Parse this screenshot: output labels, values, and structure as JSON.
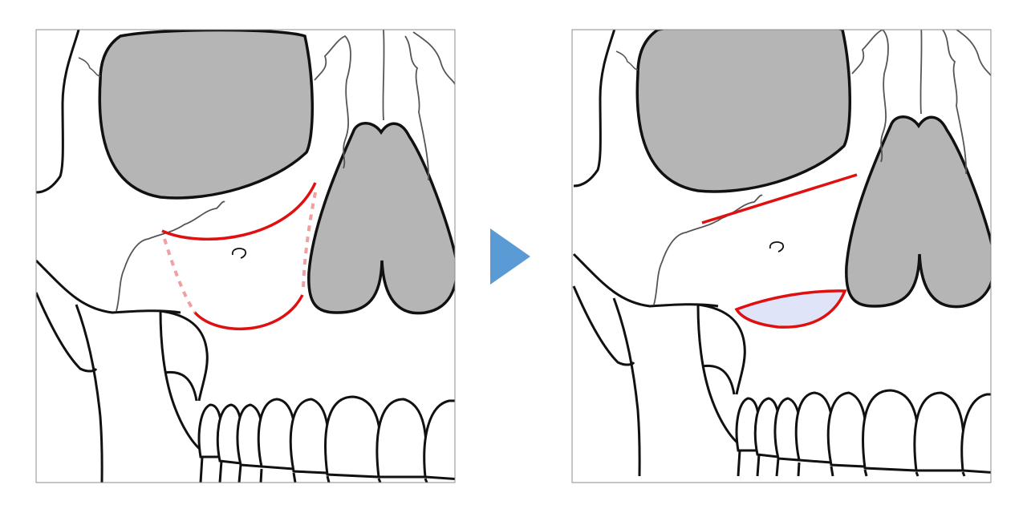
{
  "colors": {
    "background": "#ffffff",
    "panel_border": "#8c8c8c",
    "bone_outline": "#111111",
    "cavity_fill": "#b5b5b5",
    "suture_line": "#555555",
    "incision_red": "#e01010",
    "dashed_pink": "#f0a0a0",
    "graft_fill": "#e0e4f8",
    "arrow_blue": "#5b9bd5"
  },
  "panels": [
    {
      "name": "before",
      "icon": "skull-incision-diagram"
    },
    {
      "name": "after",
      "icon": "skull-graft-diagram"
    }
  ],
  "arrow": {
    "icon": "right-arrow-icon"
  }
}
